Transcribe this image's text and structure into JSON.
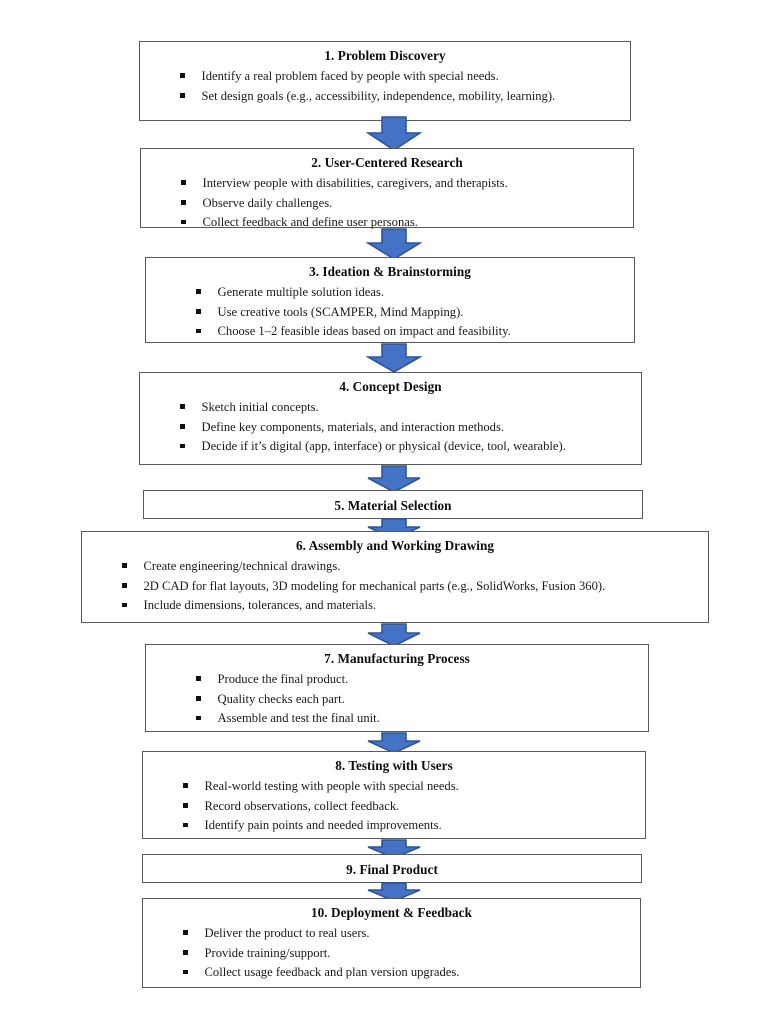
{
  "document": {
    "type": "flowchart",
    "orientation": "top-to-bottom",
    "background_color": "#ffffff",
    "box_border_color": "#595959",
    "arrow_fill_color": "#4472C4",
    "arrow_outline_color": "#2F5597",
    "bullet_color": "#111111"
  },
  "steps": [
    {
      "title": "1. Problem Discovery",
      "bullets": [
        "Identify a real problem faced by people with special needs.",
        "Set design goals (e.g., accessibility, independence, mobility, learning)."
      ]
    },
    {
      "title": "2. User-Centered Research",
      "bullets": [
        "Interview people with disabilities, caregivers, and therapists.",
        "Observe daily challenges.",
        "Collect feedback and define user personas."
      ]
    },
    {
      "title": "3. Ideation & Brainstorming",
      "bullets": [
        "Generate multiple solution ideas.",
        "Use creative tools (SCAMPER, Mind Mapping).",
        "Choose 1–2 feasible ideas based on impact and feasibility."
      ]
    },
    {
      "title": "4. Concept Design",
      "bullets": [
        "Sketch initial concepts.",
        "Define key components, materials, and interaction methods.",
        "Decide if it’s digital (app, interface) or physical (device, tool, wearable)."
      ]
    },
    {
      "title": "5. Material Selection",
      "bullets": []
    },
    {
      "title": "6. Assembly and Working Drawing",
      "bullets": [
        "Create engineering/technical drawings.",
        "2D CAD for flat layouts, 3D modeling for mechanical parts (e.g., SolidWorks, Fusion 360).",
        "Include dimensions, tolerances, and materials."
      ]
    },
    {
      "title": "7. Manufacturing Process",
      "bullets": [
        "Produce the final product.",
        "Quality checks each part.",
        "Assemble and test the final unit."
      ]
    },
    {
      "title": "8. Testing with Users",
      "bullets": [
        "Real-world testing with people with special needs.",
        "Record observations, collect feedback.",
        "Identify pain points and needed improvements."
      ]
    },
    {
      "title": "9. Final Product",
      "bullets": []
    },
    {
      "title": "10. Deployment & Feedback",
      "bullets": [
        "Deliver the product to real users.",
        "Provide training/support.",
        "Collect usage feedback and plan version upgrades."
      ]
    }
  ],
  "connectors": [
    {
      "from": "1. Problem Discovery",
      "to": "2. User-Centered Research",
      "icon": "down-arrow-icon"
    },
    {
      "from": "2. User-Centered Research",
      "to": "3. Ideation & Brainstorming",
      "icon": "down-arrow-icon"
    },
    {
      "from": "3. Ideation & Brainstorming",
      "to": "4. Concept Design",
      "icon": "down-arrow-icon"
    },
    {
      "from": "4. Concept Design",
      "to": "5. Material Selection",
      "icon": "down-arrow-icon"
    },
    {
      "from": "5. Material Selection",
      "to": "6. Assembly and Working Drawing",
      "icon": "down-arrow-icon"
    },
    {
      "from": "6. Assembly and Working Drawing",
      "to": "7. Manufacturing Process",
      "icon": "down-arrow-icon"
    },
    {
      "from": "7. Manufacturing Process",
      "to": "8. Testing with Users",
      "icon": "down-arrow-icon"
    },
    {
      "from": "8. Testing with Users",
      "to": "9. Final Product",
      "icon": "down-arrow-icon"
    },
    {
      "from": "9. Final Product",
      "to": "10. Deployment & Feedback",
      "icon": "down-arrow-icon"
    }
  ]
}
